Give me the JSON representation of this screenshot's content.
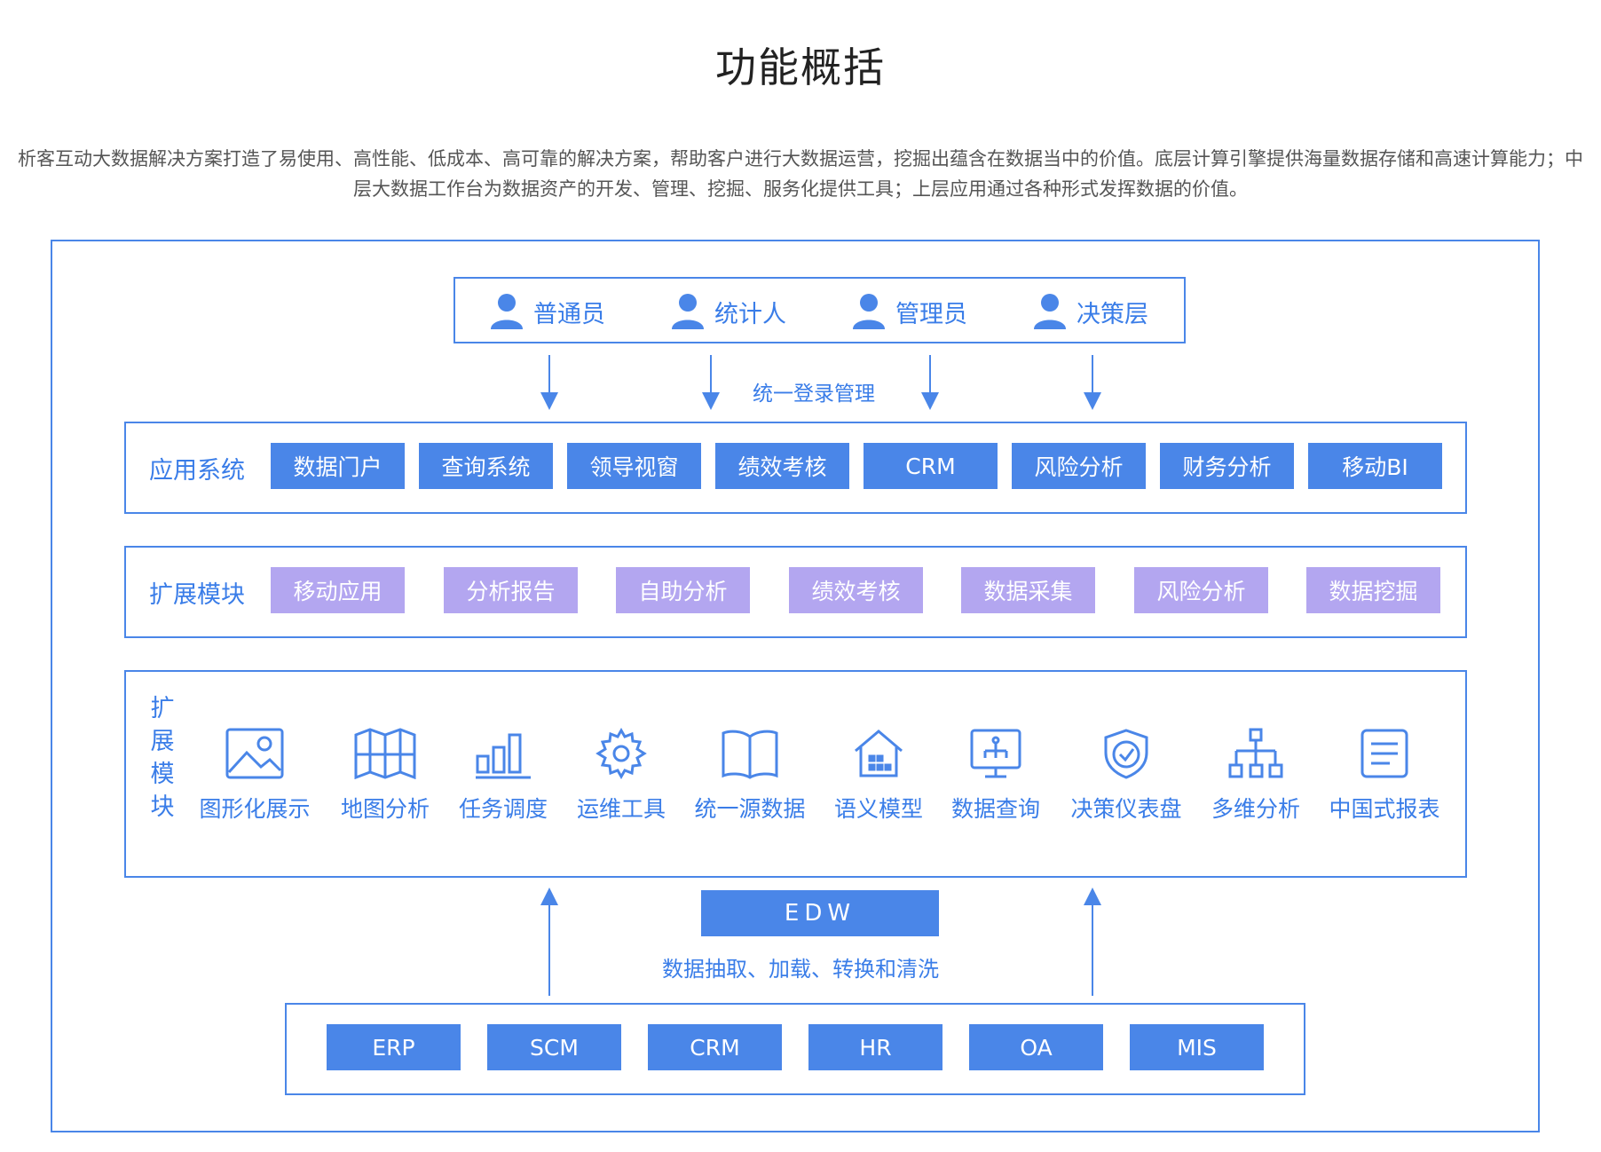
{
  "title": "功能概括",
  "description": "析客互动大数据解决方案打造了易使用、高性能、低成本、高可靠的解决方案，帮助客户进行大数据运营，挖掘出蕴含在数据当中的价值。底层计算引擎提供海量数据存储和高速计算能力；中层大数据工作台为数据资产的开发、管理、挖掘、服务化提供工具；上层应用通过各种形式发挥数据的价值。",
  "users": [
    "普通员",
    "统计人",
    "管理员",
    "决策层"
  ],
  "login_label": "统一登录管理",
  "app_system": {
    "label": "应用系统",
    "items": [
      "数据门户",
      "查询系统",
      "领导视窗",
      "绩效考核",
      "CRM",
      "风险分析",
      "财务分析",
      "移动BI"
    ]
  },
  "ext_modules": {
    "label": "扩展模块",
    "items": [
      "移动应用",
      "分析报告",
      "自助分析",
      "绩效考核",
      "数据采集",
      "风险分析",
      "数据挖掘"
    ]
  },
  "tools": {
    "label": "扩展模块",
    "items": [
      {
        "label": "图形化展示",
        "icon": "image-icon"
      },
      {
        "label": "地图分析",
        "icon": "map-icon"
      },
      {
        "label": "任务调度",
        "icon": "bar-chart-icon"
      },
      {
        "label": "运维工具",
        "icon": "gear-icon"
      },
      {
        "label": "统一源数据",
        "icon": "book-icon"
      },
      {
        "label": "语义模型",
        "icon": "house-icon"
      },
      {
        "label": "数据查询",
        "icon": "monitor-icon"
      },
      {
        "label": "决策仪表盘",
        "icon": "shield-check-icon"
      },
      {
        "label": "多维分析",
        "icon": "org-chart-icon"
      },
      {
        "label": "中国式报表",
        "icon": "document-icon"
      }
    ]
  },
  "edw": "EDW",
  "etl_label": "数据抽取、加载、转换和清洗",
  "sources": [
    "ERP",
    "SCM",
    "CRM",
    "HR",
    "OA",
    "MIS"
  ],
  "colors": {
    "accent": "#4a86e8",
    "text_accent": "#3a7de8",
    "purple_chip": "#b3a6f0"
  }
}
